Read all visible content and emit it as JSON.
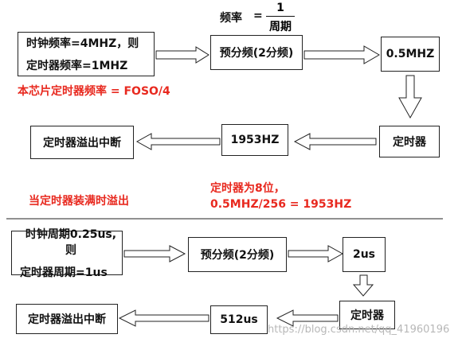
{
  "formula": {
    "lhs": "频率",
    "equals": "=",
    "numerator": "1",
    "denominator": "周期"
  },
  "top": {
    "clock_box": {
      "line1": "时钟频率=4MHZ，则",
      "line2": "定时器频率=1MHZ"
    },
    "note_chip": "本芯片定时器频率 = FOSO/4",
    "prescaler_box": "预分频(2分频)",
    "freq_box": "0.5MHZ",
    "timer_box": "定时器",
    "result_box": "1953HZ",
    "interrupt_box": "定时器溢出中断",
    "note_overflow": "当定时器装满时溢出",
    "note_calc": {
      "line1": "定时器为8位，",
      "line2": "0.5MHZ/256 = 1953HZ"
    }
  },
  "bottom": {
    "clock_box": {
      "line1": "时钟周期0.25us,则",
      "line2": "定时器周期=1us"
    },
    "prescaler_box": "预分频(2分频)",
    "period_box": "2us",
    "timer_box": "定时器",
    "result_box": "512us",
    "interrupt_box": "定时器溢出中断"
  },
  "watermark": "https://blog.csdn.net/qq_41960196",
  "colors": {
    "note_red": "#e8291f",
    "line": "#222222"
  }
}
